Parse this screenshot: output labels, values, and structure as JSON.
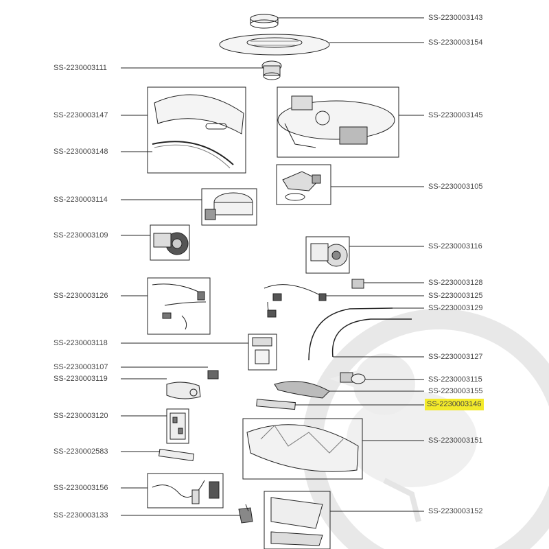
{
  "highlight_color": "#f3ea2a",
  "watermark_color": "#d9d9d9",
  "parts": {
    "p3143": "SS-2230003143",
    "p3154": "SS-2230003154",
    "p3111": "SS-2230003111",
    "p3147": "SS-2230003147",
    "p3145": "SS-2230003145",
    "p3148": "SS-2230003148",
    "p3105": "SS-2230003105",
    "p3114": "SS-2230003114",
    "p3109": "SS-2230003109",
    "p3116": "SS-2230003116",
    "p3128": "SS-2230003128",
    "p3126": "SS-2230003126",
    "p3125": "SS-2230003125",
    "p3129": "SS-2230003129",
    "p3118": "SS-2230003118",
    "p3127": "SS-2230003127",
    "p3107": "SS-2230003107",
    "p3115": "SS-2230003115",
    "p3119": "SS-2230003119",
    "p3155": "SS-2230003155",
    "p3146": "SS-2230003146",
    "p3120": "SS-2230003120",
    "p3151": "SS-2230003151",
    "p2583": "SS-2230002583",
    "p3156": "SS-2230003156",
    "p3133": "SS-2230003133",
    "p3152": "SS-2230003152"
  }
}
